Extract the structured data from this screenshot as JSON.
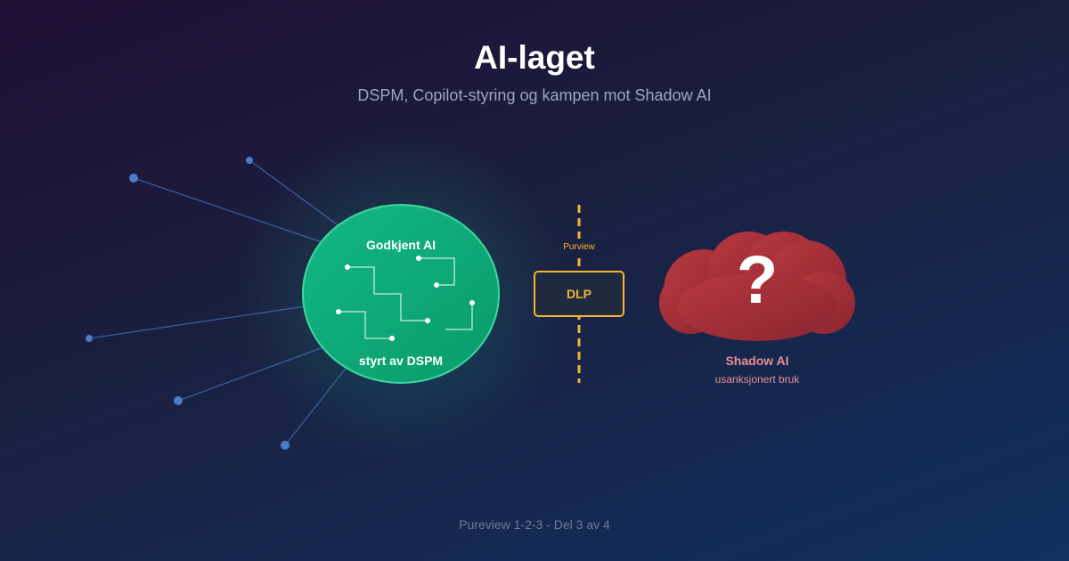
{
  "header": {
    "title": "AI-laget",
    "subtitle": "DSPM, Copilot-styring og kampen mot Shadow AI"
  },
  "approved": {
    "label_top": "Godkjent AI",
    "label_bottom": "styrt av DSPM"
  },
  "barrier": {
    "line_label": "Purview",
    "box_label": "DLP"
  },
  "shadow": {
    "symbol": "?",
    "label": "Shadow AI",
    "sublabel": "usanksjonert bruk"
  },
  "footer": {
    "text": "Pureview 1-2-3 - Del 3 av 4"
  },
  "colors": {
    "approved_green": "#10a878",
    "dlp_yellow": "#f2b632",
    "shadow_red": "#a8323a",
    "node_blue": "#4a7cc8"
  }
}
